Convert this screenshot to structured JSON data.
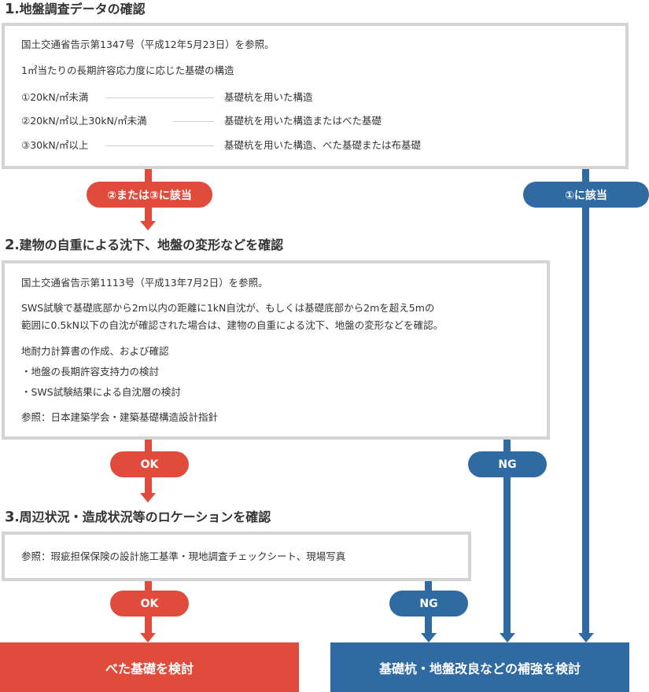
{
  "colors": {
    "red": "#e04b3c",
    "blue": "#2f6aa3",
    "box_border": "#d4d4d4"
  },
  "section1": {
    "num": "1",
    "title": ".地盤調査データの確認",
    "lines": [
      "国土交通省告示第1347号（平成12年5月23日）を参照。",
      "1㎡当たりの長期許容応力度に応じた基礎の構造"
    ],
    "rows": [
      {
        "condition": "①20kN/㎡未満",
        "result": "基礎杭を用いた構造"
      },
      {
        "condition": "②20kN/㎡以上30kN/㎡未満",
        "result": "基礎杭を用いた構造またはべた基礎"
      },
      {
        "condition": "③30kN/㎡以上",
        "result": "基礎杭を用いた構造、べた基礎または布基礎"
      }
    ],
    "pill_left": "②または③に該当",
    "pill_right": "①に該当"
  },
  "section2": {
    "num": "2",
    "title": ".建物の自重による沈下、地盤の変形などを確認",
    "lines": [
      "国土交通省告示第1113号（平成13年7月2日）を参照。",
      "SWS試験で基礎底部から2m以内の距離に1kN自沈が、もしくは基礎底部から2mを超え5mの",
      "範囲に0.5kN以下の自沈が確認された場合は、建物の自重による沈下、地盤の変形などを確認。",
      "地耐力計算書の作成、および確認",
      "・地盤の長期許容支持力の検討",
      "・SWS試験結果による自沈層の検討",
      "参照：日本建築学会・建築基礎構造設計指針"
    ],
    "pill_ok": "OK",
    "pill_ng": "NG"
  },
  "section3": {
    "num": "3",
    "title": ".周辺状況・造成状況等のロケーションを確認",
    "line": "参照：瑕疵担保保険の設計施工基準・現地調査チェックシート、現場写真",
    "pill_ok": "OK",
    "pill_ng": "NG"
  },
  "results": {
    "left": "べた基礎を検討",
    "right": "基礎杭・地盤改良などの補強を検討"
  }
}
